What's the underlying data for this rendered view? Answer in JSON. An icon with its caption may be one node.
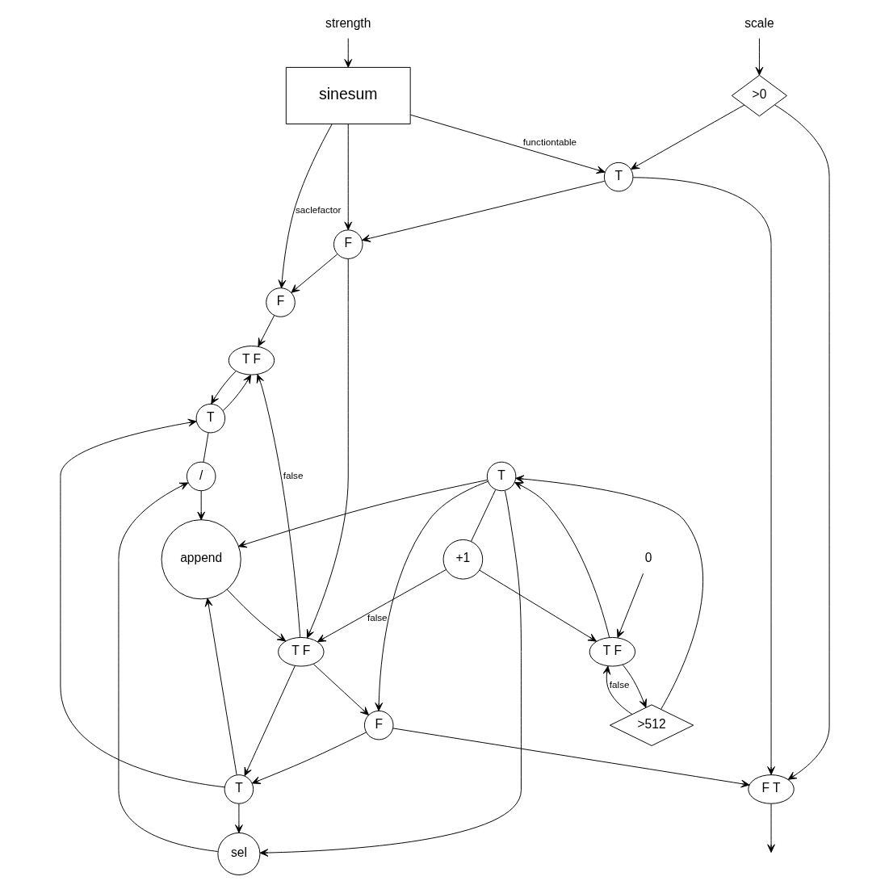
{
  "diagram": {
    "nodes": [
      {
        "text": [
          "strength"
        ]
      },
      {
        "text": [
          "sinesum"
        ]
      },
      {
        "text": [
          "scale"
        ]
      },
      {
        "text": [
          ">0"
        ]
      },
      {
        "text": [
          "F"
        ]
      },
      {
        "text": [
          "F"
        ]
      },
      {
        "text": [
          "T"
        ]
      },
      {
        "text": [
          "0"
        ]
      },
      {
        "text": [
          "T F"
        ]
      },
      {
        "text": [
          "T F"
        ]
      },
      {
        "text": [
          "T F"
        ]
      },
      {
        "text": [
          "+1"
        ]
      },
      {
        "text": [
          ">512"
        ]
      },
      {
        "text": [
          "T"
        ]
      },
      {
        "text": [
          "T"
        ]
      },
      {
        "text": [
          "F"
        ]
      },
      {
        "text": [
          "T"
        ]
      },
      {
        "text": [
          "sel"
        ]
      },
      {
        "text": [
          "/"
        ]
      },
      {
        "text": [
          "append"
        ]
      },
      {
        "text": [
          "F T"
        ]
      }
    ],
    "edges": [
      {
        "from": 0,
        "to": 1,
        "arrow": "to"
      },
      {
        "from": 2,
        "to": 3,
        "arrow": "to"
      },
      {
        "from": 1,
        "to": 4,
        "arrow": "to",
        "label": "saclefactor"
      },
      {
        "from": 1,
        "to": 5,
        "arrow": "to"
      },
      {
        "from": 1,
        "to": 6,
        "arrow": "to",
        "label": "functiontable"
      },
      {
        "from": 3,
        "to": 6,
        "arrow": "to"
      },
      {
        "from": 6,
        "to": 5,
        "arrow": "to"
      },
      {
        "from": 5,
        "to": 4,
        "arrow": "to"
      },
      {
        "from": 3,
        "to": 20,
        "arrow": "to"
      },
      {
        "from": 4,
        "to": 8,
        "arrow": "to"
      },
      {
        "from": 5,
        "to": 9,
        "arrow": "to"
      },
      {
        "from": 9,
        "to": 8,
        "arrow": "to",
        "label": "false"
      },
      {
        "from": 11,
        "to": 9,
        "arrow": "to",
        "label": "false"
      },
      {
        "from": 7,
        "to": 10,
        "arrow": "to"
      },
      {
        "from": 12,
        "to": 10,
        "arrow": "to",
        "label": "false"
      },
      {
        "from": 11,
        "to": 10,
        "arrow": "to"
      },
      {
        "from": 8,
        "to": 13,
        "arrow": "to"
      },
      {
        "from": 9,
        "to": 14,
        "arrow": "to"
      },
      {
        "from": 9,
        "to": 15,
        "arrow": "to"
      },
      {
        "from": 10,
        "to": 16,
        "arrow": "to"
      },
      {
        "from": 10,
        "to": 12,
        "arrow": "to"
      },
      {
        "from": 12,
        "to": 16,
        "arrow": "to"
      },
      {
        "from": 16,
        "to": 15,
        "arrow": "to"
      },
      {
        "from": 15,
        "to": 14,
        "arrow": "to"
      },
      {
        "from": 14,
        "to": 13,
        "arrow": "to"
      },
      {
        "from": 13,
        "to": 8,
        "arrow": "to"
      },
      {
        "from": 13,
        "to": 18,
        "arrow": "none"
      },
      {
        "from": 14,
        "to": 17,
        "arrow": "to"
      },
      {
        "from": 16,
        "to": 17,
        "arrow": "to"
      },
      {
        "from": 16,
        "to": 11,
        "arrow": "none"
      },
      {
        "from": 16,
        "to": 19,
        "arrow": "to"
      },
      {
        "from": 14,
        "to": 19,
        "arrow": "to"
      },
      {
        "from": 17,
        "to": 18,
        "arrow": "to"
      },
      {
        "from": 18,
        "to": 19,
        "arrow": "to"
      },
      {
        "from": 19,
        "to": 9,
        "arrow": "to"
      },
      {
        "from": 15,
        "to": 20,
        "arrow": "to"
      },
      {
        "from": 6,
        "to": 20,
        "arrow": "to"
      },
      {
        "from": 20,
        "to": null,
        "arrow": "to"
      }
    ]
  }
}
